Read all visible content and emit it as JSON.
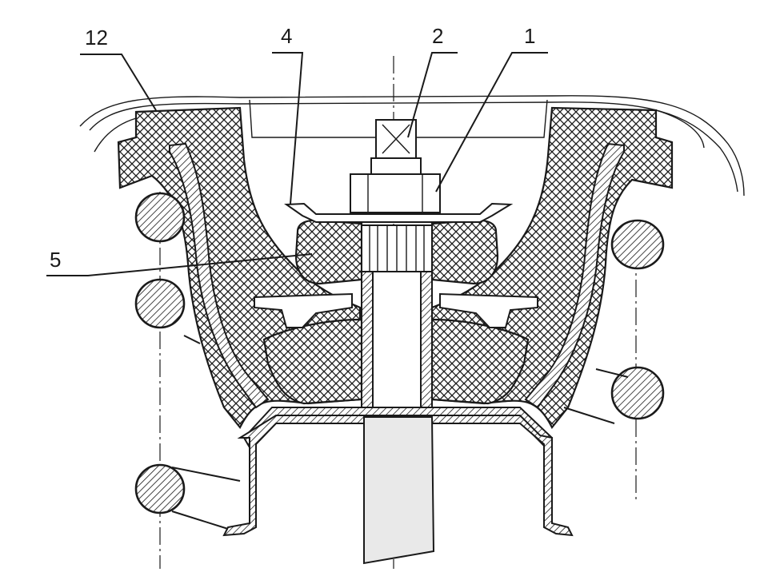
{
  "callouts": [
    {
      "id": "12",
      "label": "12"
    },
    {
      "id": "4",
      "label": "4"
    },
    {
      "id": "2",
      "label": "2"
    },
    {
      "id": "1",
      "label": "1"
    },
    {
      "id": "5",
      "label": "5"
    }
  ],
  "colors": {
    "ink": "#1a1a1a",
    "paper": "#ffffff",
    "shade": "#e9e9e9"
  }
}
